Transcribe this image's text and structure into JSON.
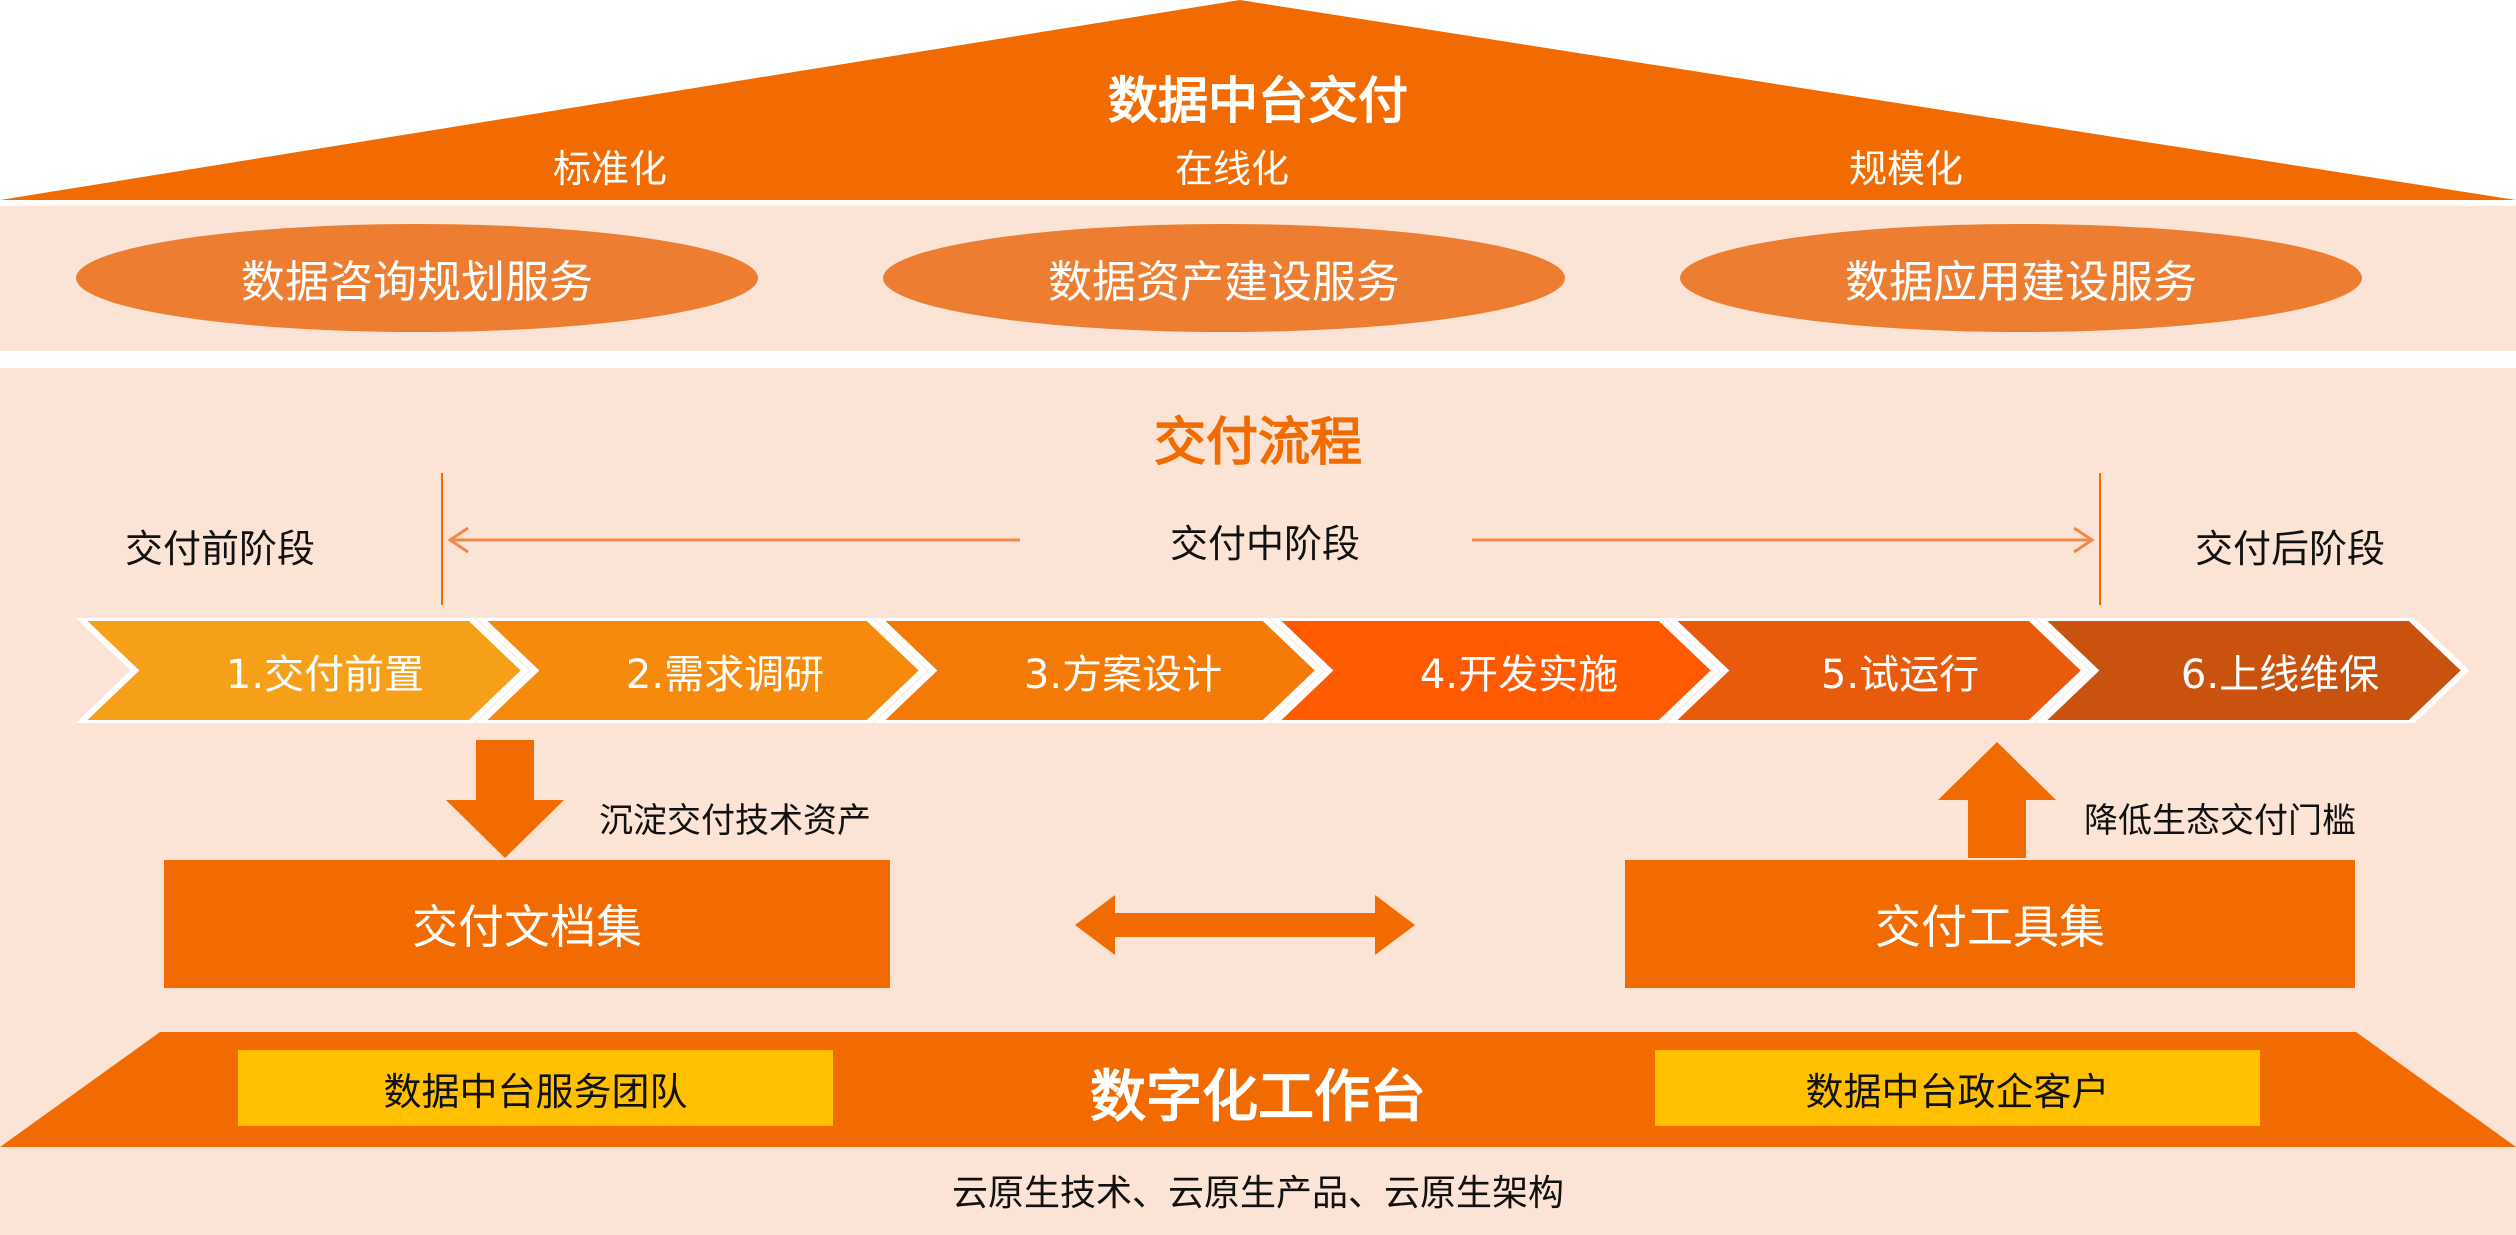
{
  "roof": {
    "title": "数据中台交付",
    "subtitles": [
      "标准化",
      "在线化",
      "规模化"
    ]
  },
  "services": [
    "数据咨询规划服务",
    "数据资产建设服务",
    "数据应用建设服务"
  ],
  "process": {
    "title": "交付流程",
    "stages": {
      "pre": "交付前阶段",
      "mid": "交付中阶段",
      "post": "交付后阶段"
    },
    "steps": [
      "1.交付前置",
      "2.需求调研",
      "3.方案设计",
      "4.开发实施",
      "5.试运行",
      "6.上线维保"
    ]
  },
  "assets": {
    "down_label": "沉淀交付技术资产",
    "up_label": "降低生态交付门槛",
    "doc_set": "交付文档集",
    "tool_set": "交付工具集"
  },
  "workbench": {
    "title": "数字化工作台",
    "left_box": "数据中台服务团队",
    "right_box": "数据中台政企客户"
  },
  "foundation": "云原生技术、云原生产品、云原生架构",
  "colors": {
    "primary_orange": "#f26b00",
    "light_orange": "#ed7d31",
    "panel_bg": "#fbe3d6",
    "yellow": "#ffc000",
    "step_colors": [
      "#f6a01a",
      "#f58a0d",
      "#f47a07",
      "#ff5a00",
      "#e85a0c",
      "#c9530e"
    ]
  }
}
